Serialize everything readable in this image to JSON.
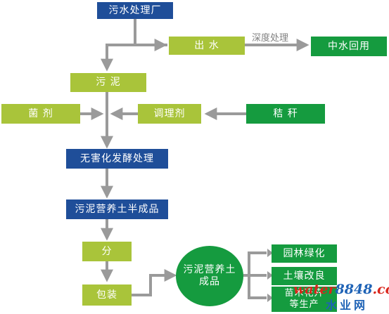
{
  "colors": {
    "blue": "#1f4e99",
    "lime": "#a9c43a",
    "green": "#159b3f",
    "connector": "#9a9a9a"
  },
  "nodes": {
    "sewage_plant": "污水处理厂",
    "effluent": "出 水",
    "reclaimed_water": "中水回用",
    "sludge": "污 泥",
    "bacteria_agent": "菌 剂",
    "conditioner": "调理剂",
    "straw": "秸 秆",
    "harmless_fermentation": "无害化发酵处理",
    "semi_finished": "污泥营养土半成品",
    "split": "分",
    "packaging": "包装",
    "finished_soil_line1": "污泥营养土",
    "finished_soil_line2": "成品",
    "landscaping": "园林绿化",
    "soil_improvement": "土壤改良",
    "nursery_line1": "苗木花卉",
    "nursery_line2": "等生产"
  },
  "edge_labels": {
    "advanced_treatment": "深度处理"
  },
  "watermark": {
    "brand_main": "water",
    "brand_num": "8848",
    "brand_tld": ".com",
    "brand_sub": "水业网"
  }
}
